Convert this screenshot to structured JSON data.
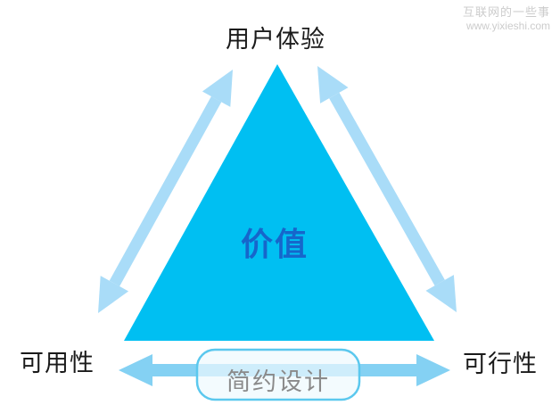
{
  "labels": {
    "top_vertex": "用户体验",
    "bottom_left_vertex": "可用性",
    "bottom_right_vertex": "可行性",
    "triangle_center": "价值",
    "bottom_box": "简约设计"
  },
  "watermark": {
    "line1": "互联网的一些事",
    "line2": "www.yixieshi.com"
  },
  "colors": {
    "triangle_fill": "#00bff2",
    "center_text": "#1666cb",
    "side_arrow": "#a9dcf8",
    "bottom_arrow": "#84d1f3",
    "box_border": "#5bc8ee",
    "box_fill": "rgba(238,250,254,0.7)",
    "box_text": "#8a8a8a",
    "label_text": "#1a1a1a",
    "watermark_text": "#cccccc"
  }
}
